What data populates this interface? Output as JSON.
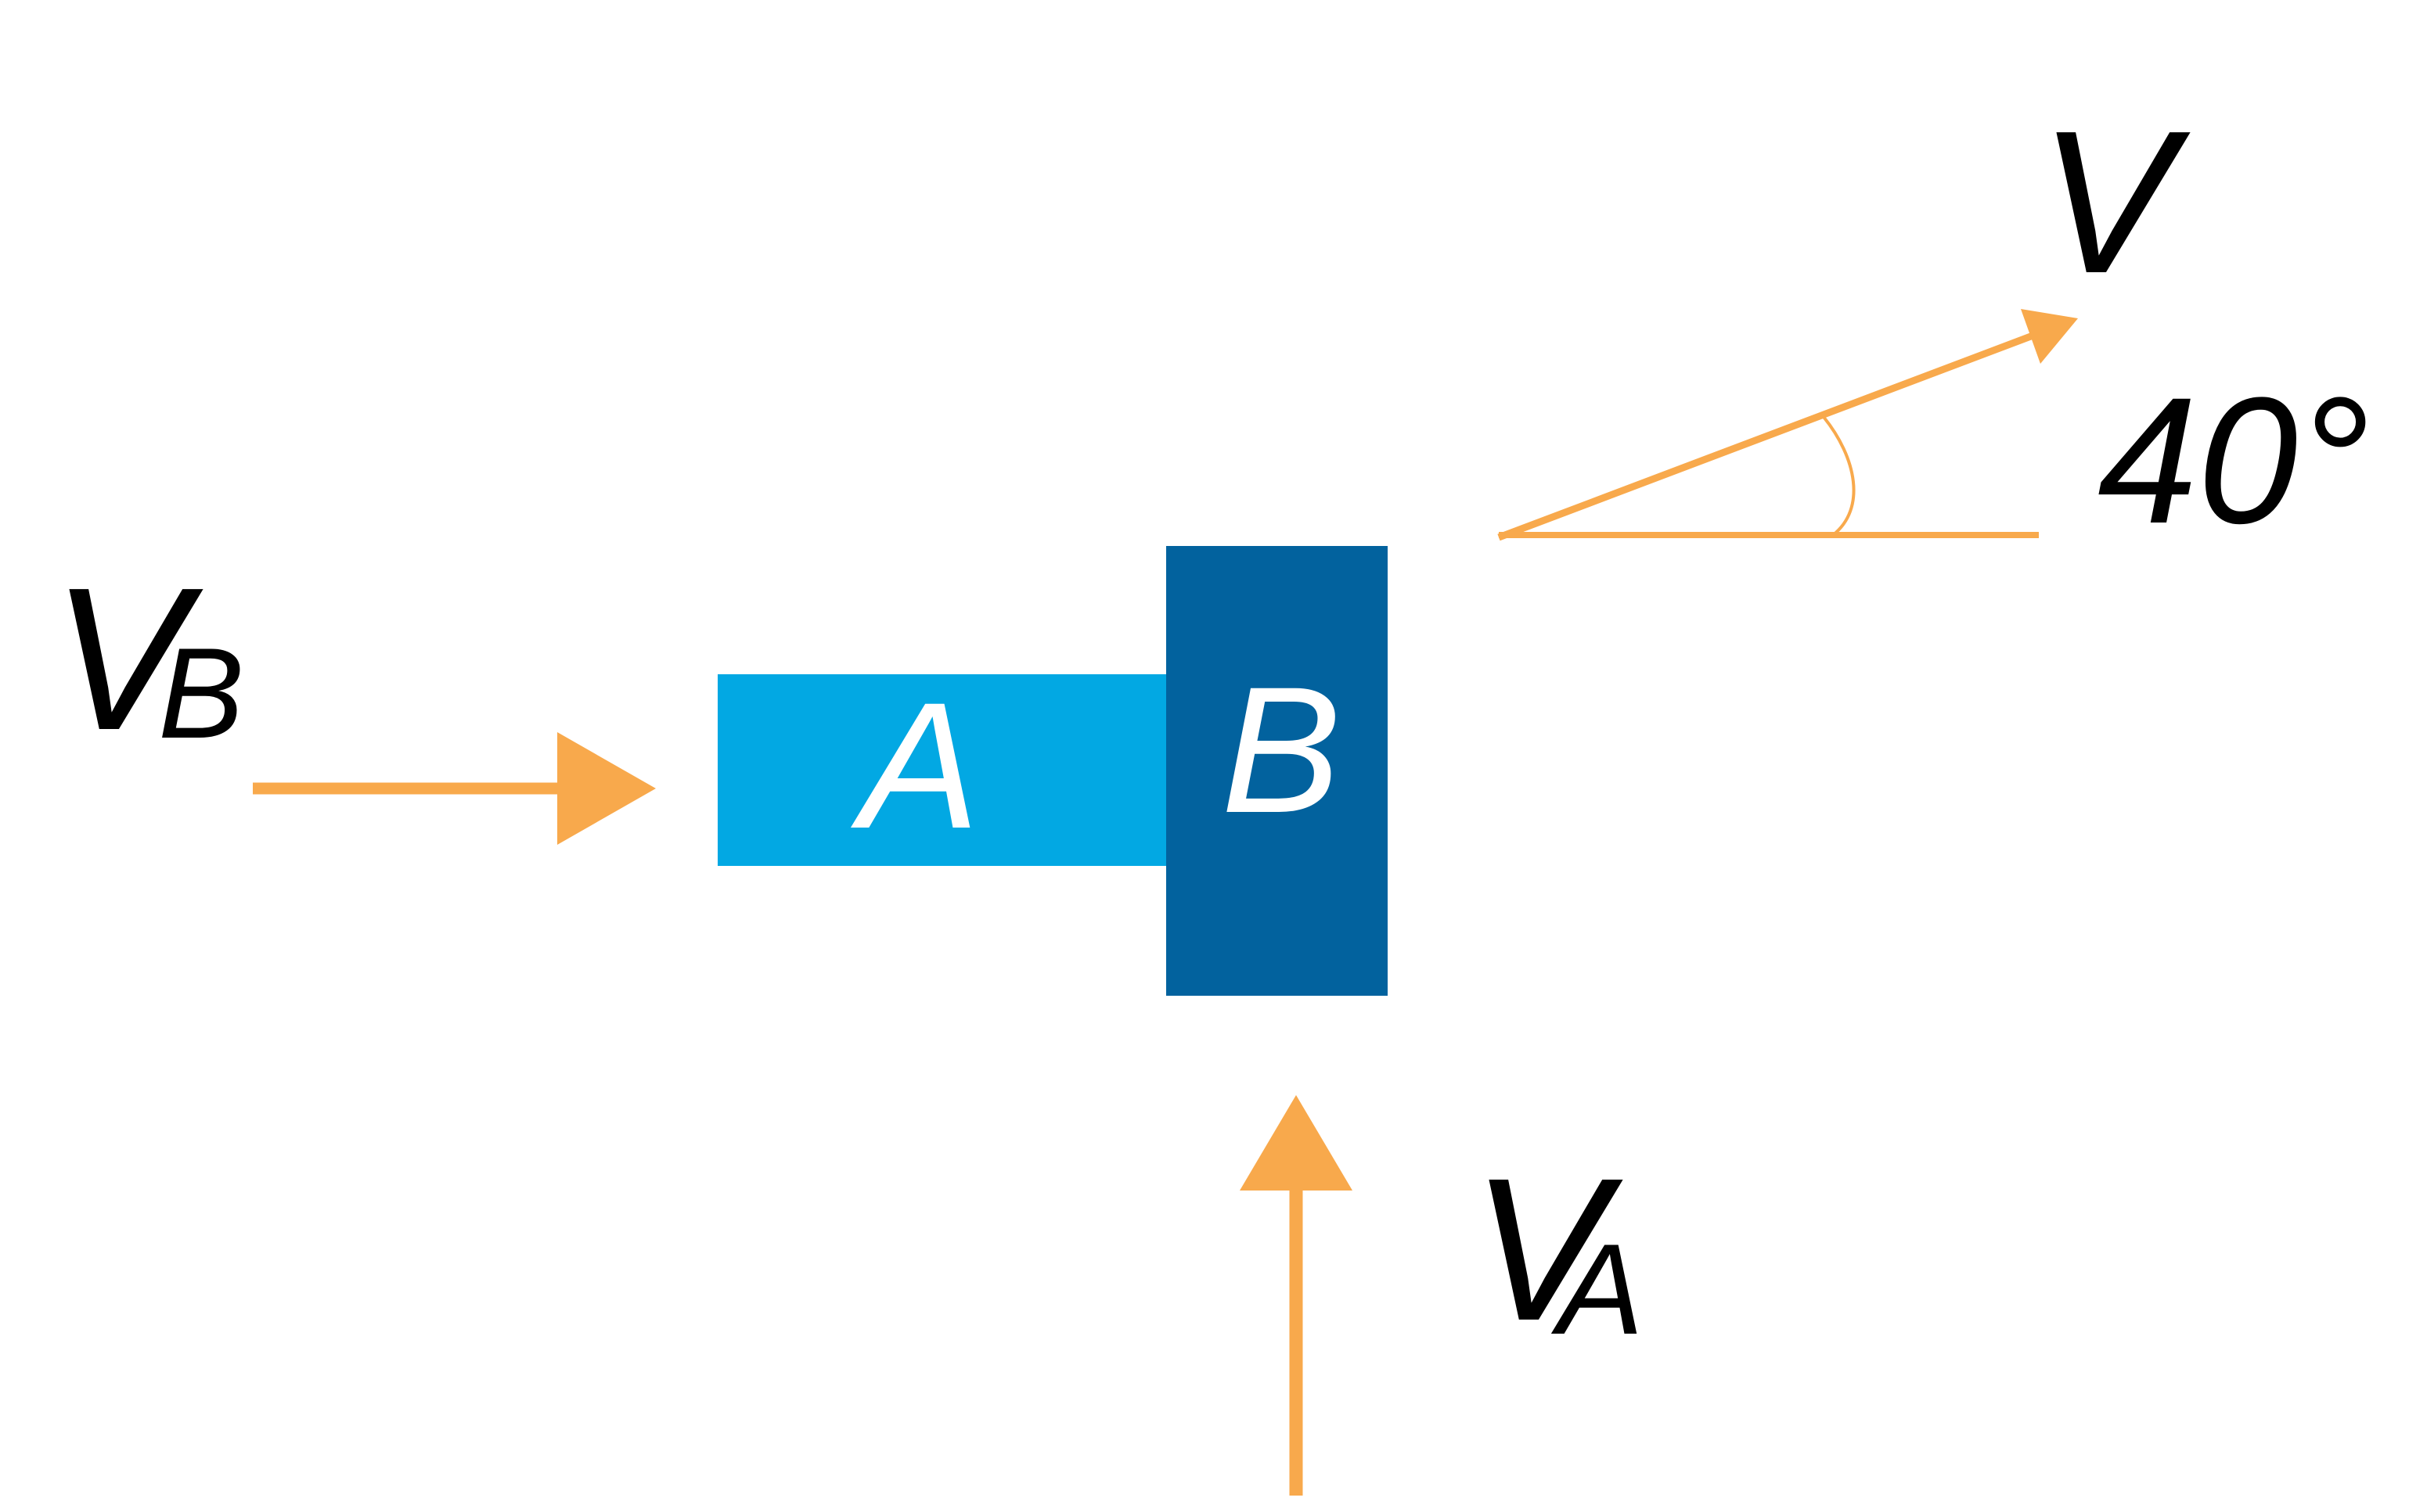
{
  "colors": {
    "arrow": "#F8A94C",
    "block_a": "#02A8E3",
    "block_b": "#02629E",
    "block_text": "#FFFFFF",
    "label_text": "#000000",
    "background": "#FFFFFF"
  },
  "blocks": {
    "a": {
      "label": "A"
    },
    "b": {
      "label": "B"
    }
  },
  "vectors": {
    "v_b": {
      "symbol": "V",
      "subscript": "B"
    },
    "v_a": {
      "symbol": "V",
      "subscript": "A"
    },
    "v": {
      "symbol": "V"
    }
  },
  "angle": {
    "label": "40°"
  }
}
